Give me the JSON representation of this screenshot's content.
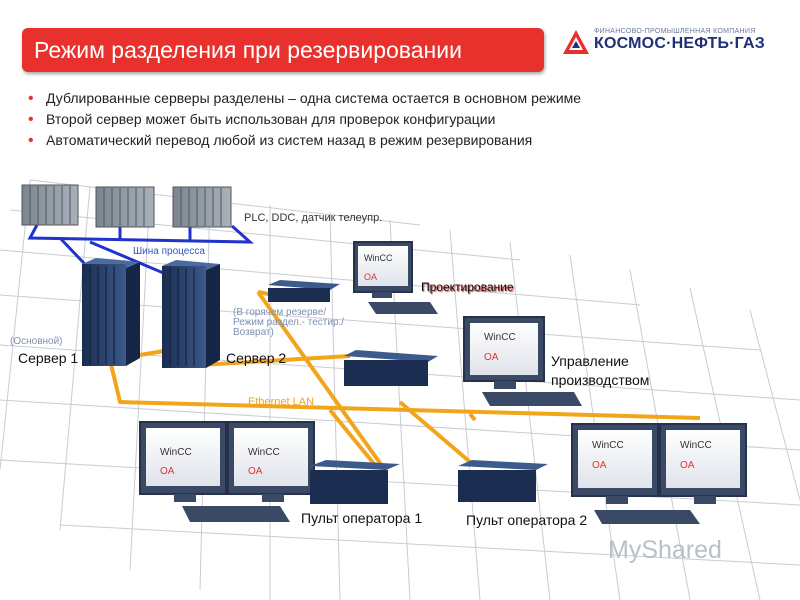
{
  "slide": {
    "title": "Режим разделения при резервировании",
    "logo": {
      "top_text": "ФИНАНСОВО-ПРОМЫШЛЕННАЯ КОМПАНИЯ",
      "main_text": "КОСМОС·НЕФТЬ·ГАЗ"
    },
    "bullets": [
      "Дублированные серверы разделены – одна система остается в основном режиме",
      "Второй сервер может быть использован для проверок конфигурации",
      "Автоматический перевод любой из систем назад в режим резервирования"
    ],
    "colors": {
      "title_bg": "#e8312d",
      "bullet": "#e8312d",
      "ethernet": "#f2a51a",
      "process_bus": "#2233cc"
    }
  },
  "diagram": {
    "plc_label": "PLC, DDC, датчик телеупр.",
    "process_bus_label": "Шина процесса",
    "server1_status": "(Основной)",
    "server1_label": "Сервер 1",
    "server2_label": "Сервер 2",
    "server2_note": [
      "(В горячем резерве/",
      "Режим раздел.- тестир./",
      "Возврат)"
    ],
    "ethernet_label": "Ethernet LAN",
    "engineering_label": "Проектирование",
    "management_label": [
      "Управление",
      "производством"
    ],
    "console1_label": "Пульт оператора 1",
    "console2_label": "Пульт оператора 2",
    "monitor_title": "WinCC",
    "monitor_sub": "OA"
  },
  "watermark": "MyShared"
}
